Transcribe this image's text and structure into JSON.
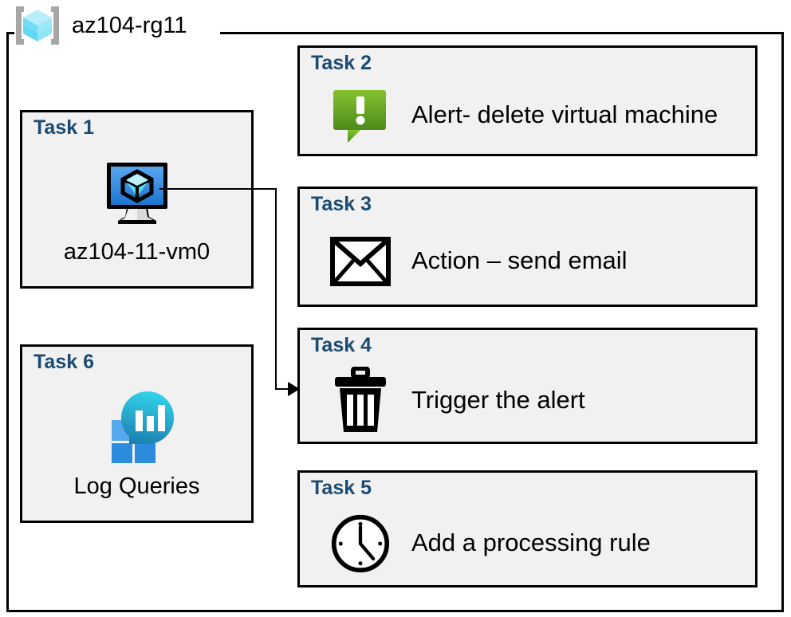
{
  "resource_group": {
    "icon": "resource-group-cube-icon",
    "title": "az104-rg11"
  },
  "colors": {
    "task_label": "#1b4b72",
    "card_background": "#f1f1f1",
    "card_border": "#000000",
    "alert_green_light": "#7fbb2b",
    "alert_green_dark": "#4e8b1f",
    "vm_blue_light": "#5ba7ef",
    "vm_blue_dark": "#1c74d0",
    "log_cyan": "#32cfe8",
    "log_teal": "#1f8fbc",
    "log_blue": "#2b8cdd",
    "log_blue_light": "#56a7ec",
    "rg_cube_cyan": "#9ee8f8",
    "rg_bracket_gray": "#a6a6a6"
  },
  "left_column": [
    {
      "label": "Task 1",
      "icon": "virtual-machine-icon",
      "caption": "az104-11-vm0"
    },
    {
      "label": "Task 6",
      "icon": "log-analytics-icon",
      "caption": "Log Queries"
    }
  ],
  "right_column": [
    {
      "label": "Task 2",
      "icon": "alert-exclamation-icon",
      "text": "Alert- delete virtual machine"
    },
    {
      "label": "Task 3",
      "icon": "envelope-icon",
      "text": "Action – send email"
    },
    {
      "label": "Task 4",
      "icon": "trash-can-icon",
      "text": "Trigger the alert"
    },
    {
      "label": "Task 5",
      "icon": "clock-icon",
      "text": "Add a processing rule"
    }
  ],
  "connector": {
    "from": "Task 1 virtual machine icon",
    "to": "Task 4 card",
    "arrow": "arrow-head-right-icon"
  }
}
